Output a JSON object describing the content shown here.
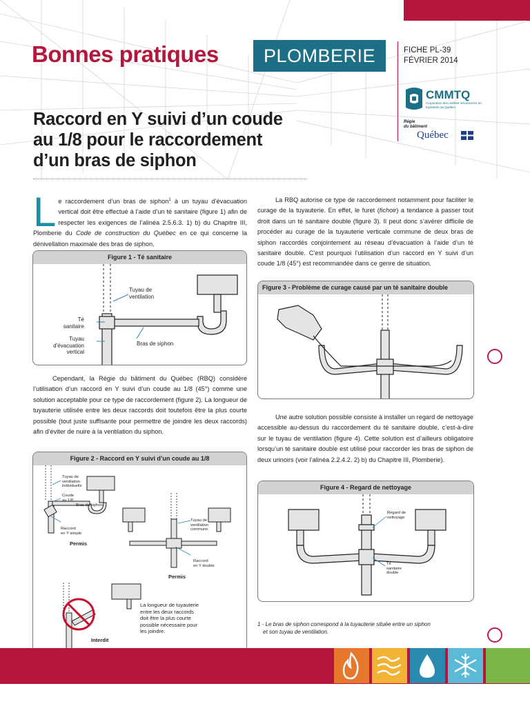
{
  "header": {
    "title": "Bonnes pratiques",
    "tag": "PLOMBERIE",
    "fiche": "FICHE PL-39",
    "date": "FÉVRIER 2014"
  },
  "logo": {
    "name": "CMMTQ",
    "subtitle": "Corporation des maîtres mécaniciens en tuyauterie du Québec",
    "regie_line1": "Régie",
    "regie_line2": "du bâtiment",
    "quebec": "Québec"
  },
  "title": {
    "line1": "Raccord en Y suivi d’un coude",
    "line2": "au 1/8 pour le raccordement",
    "line3": "d’un bras de siphon"
  },
  "col1": {
    "dropcap": "L",
    "p1_a": "e raccordement d’un bras de siphon",
    "p1_sup": "1",
    "p1_b": " à un tuyau d’évacuation vertical doit être effectué à l’aide d’un té sanitaire (figure 1) afin de respecter les exigences de l’alinéa 2.5.6.3. 1) b) du Chapitre III, Plomberie du ",
    "p1_italic": "Code de construction du Québec",
    "p1_c": " en ce qui concerne la dénivellation maximale des bras de siphon.",
    "p2": "Cependant, la Régie du bâtiment du Québec (RBQ) considère l’utilisation d’un raccord en Y suivi d’un coude au 1/8 (45°) comme une solution acceptable pour ce type de raccordement (figure 2). La longueur de tuyauterie utilisée entre les deux raccords doit toutefois être la plus courte possible (tout juste suffisante pour permettre de joindre les deux raccords) afin d’éviter de nuire à la ventilation du siphon."
  },
  "col2": {
    "p1_a": "La RBQ autorise ce type de raccordement notamment pour faciliter le curage de la tuyauterie. En effet, le furet (",
    "p1_italic": "fichoir",
    "p1_b": ") a tendance à passer tout droit dans un té sanitaire double (figure 3). Il peut donc s’avérer difficile de procéder au curage de la tuyauterie verticale commune de deux bras de siphon raccordés conjointement au réseau d’évacuation à l’aide d’un té sanitaire double. C’est pourquoi l’utilisation d’un raccord en Y suivi d’un coude 1/8 (45°) est recommandée dans ce genre de situation.",
    "p2": "Une autre solution possible consiste à installer un regard de nettoyage accessible au-dessus du raccordement du té sanitaire double, c’est-à-dire sur le tuyau de ventilation (figure 4). Cette solution est d’ailleurs obligatoire lorsqu’un té sanitaire double est utilisé pour raccorder les bras de siphon de deux urinoirs (voir l’alinéa 2.2.4.2. 2) b) du Chapitre III, Plomberie)."
  },
  "fig1": {
    "title": "Figure 1 - Té sanitaire",
    "lbl_vent": "Tuyau de\nventilation",
    "lbl_te": "Té\nsanitaire",
    "lbl_evac": "Tuyau\nd’évacuation\nvertical",
    "lbl_bras": "Bras de siphon"
  },
  "fig2": {
    "title": "Figure 2 - Raccord en Y suivi d’un coude au 1/8",
    "lbl_vent_ind": "Tuyau de\nventilation\nindividuelle",
    "lbl_coude": "Coude\nau 1/8",
    "lbl_bras": "Bras de siphon",
    "lbl_ysimple": "Raccord\nen Y simple",
    "permis1": "Permis",
    "lbl_vent_comm": "Tuyau de\nventilation\ncommune",
    "lbl_ydouble": "Raccord\nen Y double",
    "permis2": "Permis",
    "note": "La longueur de tuyauterie\nentre les deux raccords\ndoit être la plus courte\npossible nécessaire pour\nles joindre.",
    "interdit": "Interdit"
  },
  "fig3": {
    "title": "Figure 3 - Problème de curage causé par un té sanitaire double"
  },
  "fig4": {
    "title": "Figure 4 - Regard de nettoyage",
    "lbl_regard": "Regard de\nnettoyage",
    "lbl_te": "Té\nsanitaire\ndouble"
  },
  "footnote": {
    "line1": "1 - Le bras de siphon correspond à la tuyauterie située entre un siphon",
    "line2": "et son tuyau de ventilation."
  },
  "colors": {
    "brand": "#b5163b",
    "teal": "#1d6f86",
    "tile_fire": "#e8772e",
    "tile_air": "#f2b233",
    "tile_water": "#2a8ab0",
    "tile_cold": "#5bbad6",
    "tile_green": "#7ab648"
  }
}
